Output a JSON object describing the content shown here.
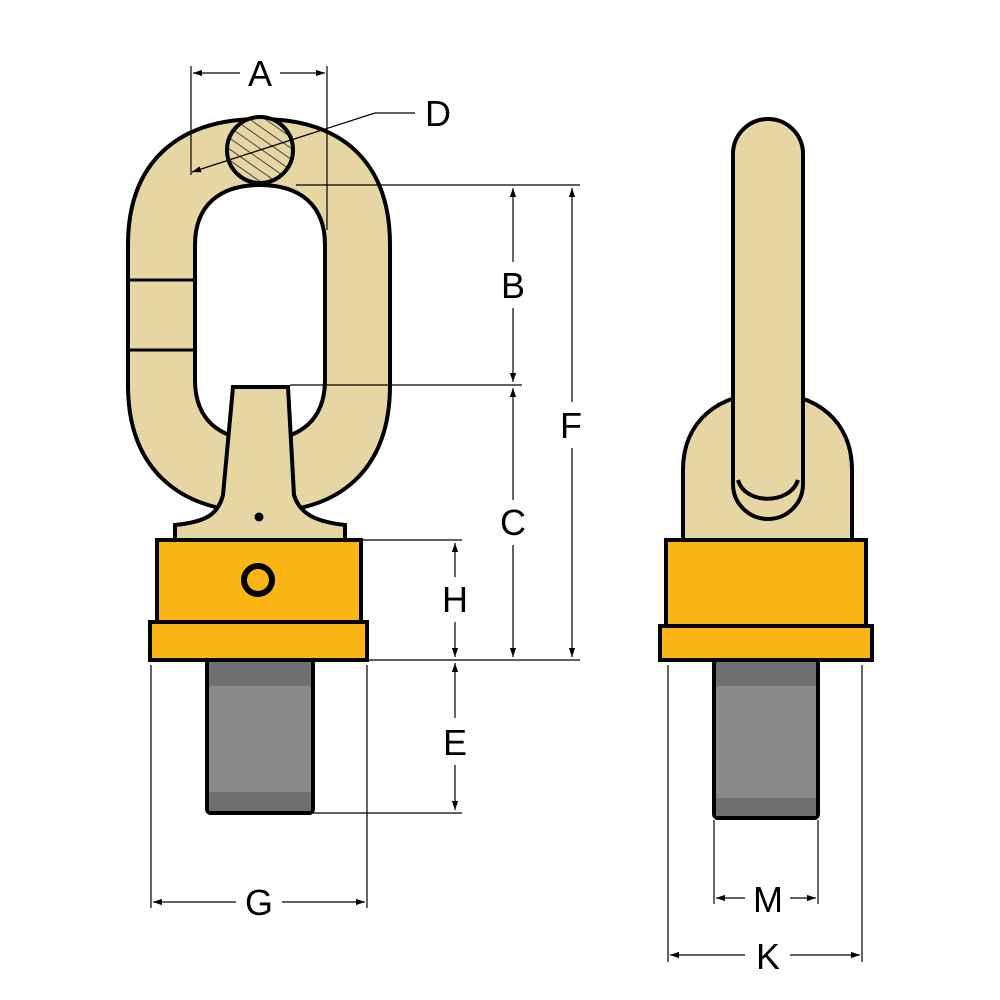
{
  "labels": {
    "A": "A",
    "B": "B",
    "C": "C",
    "D": "D",
    "E": "E",
    "F": "F",
    "G": "G",
    "H": "H",
    "K": "K",
    "M": "M"
  },
  "colors": {
    "ring": "#e6d6a4",
    "collar": "#fbb514",
    "thread": "#8a8a8a",
    "outline": "#000000",
    "background": "#ffffff"
  }
}
